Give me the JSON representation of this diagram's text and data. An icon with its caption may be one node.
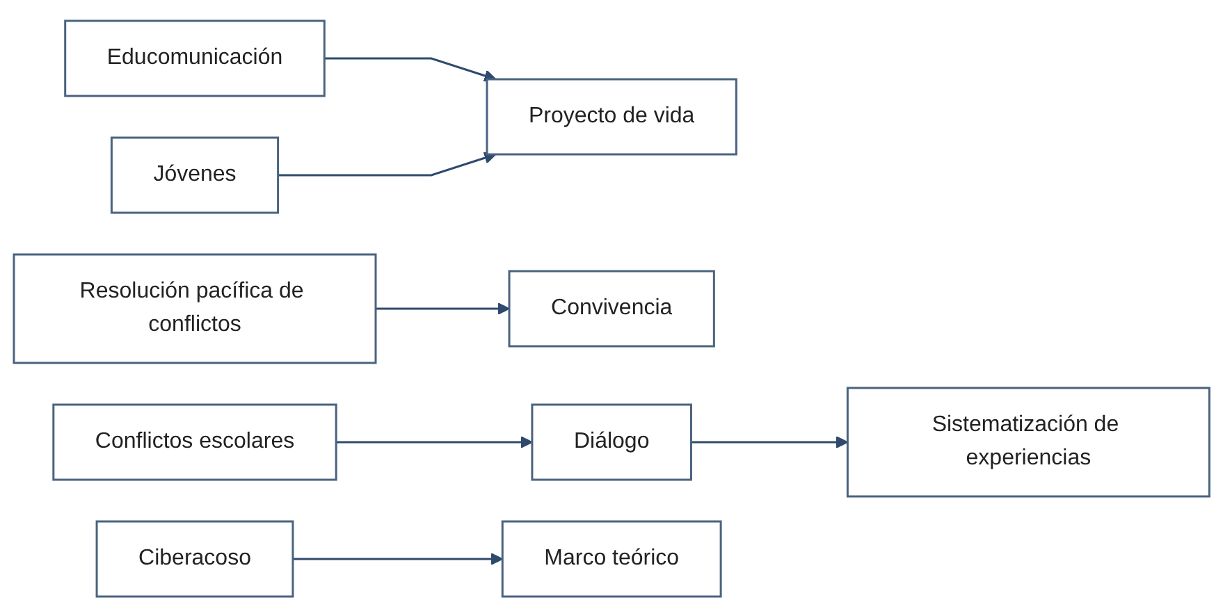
{
  "diagram": {
    "nodes": [
      {
        "text": [
          "Educomunicación"
        ]
      },
      {
        "text": [
          "Jóvenes"
        ]
      },
      {
        "text": [
          "Proyecto de vida"
        ]
      },
      {
        "text": [
          "Resolución pacífica de conflictos"
        ]
      },
      {
        "text": [
          "Convivencia"
        ]
      },
      {
        "text": [
          "Conflictos escolares"
        ]
      },
      {
        "text": [
          "Diálogo"
        ]
      },
      {
        "text": [
          "Ciberacoso"
        ]
      },
      {
        "text": [
          "Marco teórico"
        ]
      },
      {
        "text": [
          "Sistematización de experiencias"
        ]
      }
    ],
    "edges": [
      {
        "from": 0,
        "to": 2,
        "arrow": "to"
      },
      {
        "from": 1,
        "to": 2,
        "arrow": "to"
      },
      {
        "from": 3,
        "to": 4,
        "arrow": "to"
      },
      {
        "from": 5,
        "to": 6,
        "arrow": "to"
      },
      {
        "from": 7,
        "to": 8,
        "arrow": "to"
      },
      {
        "from": 6,
        "to": 9,
        "arrow": "to"
      }
    ]
  }
}
